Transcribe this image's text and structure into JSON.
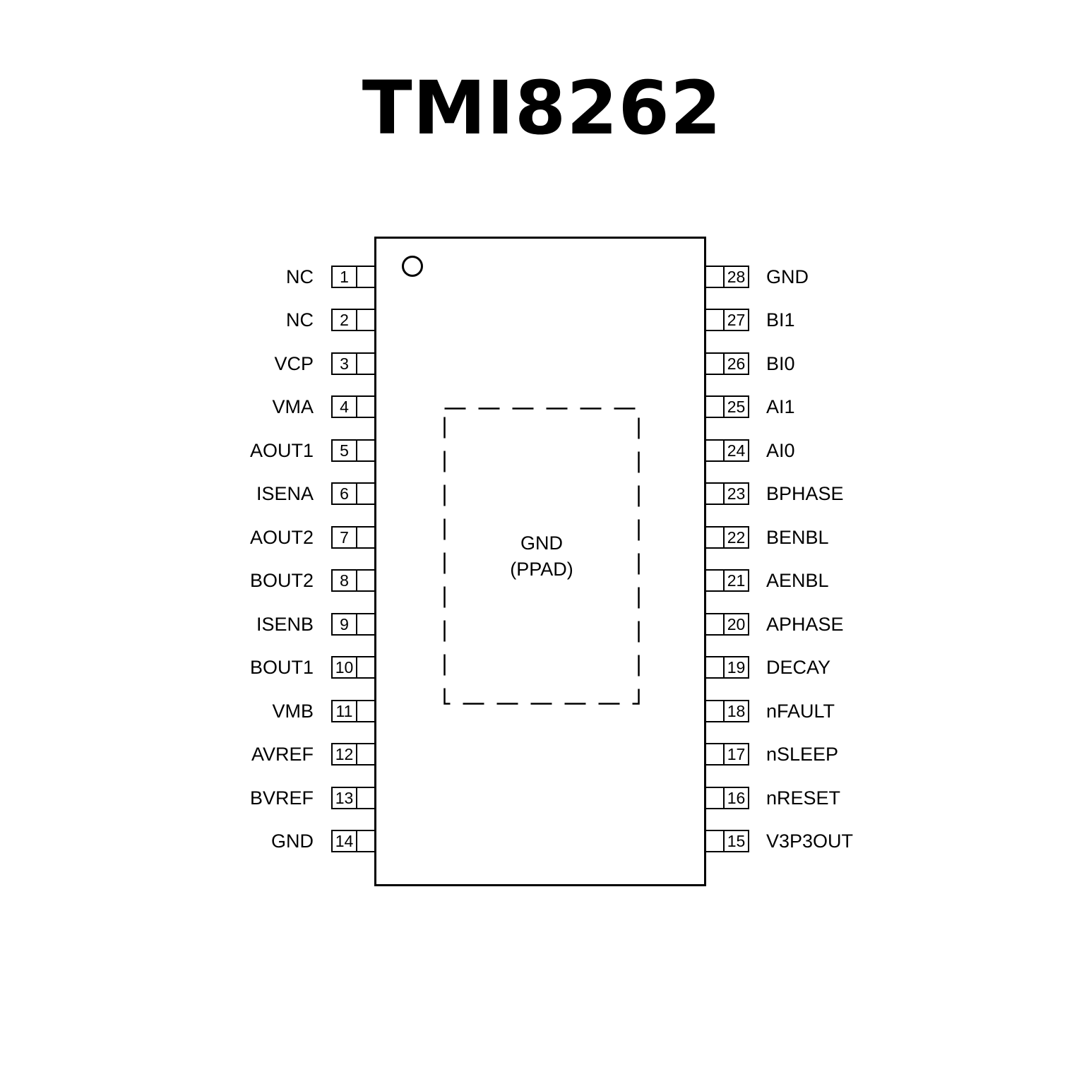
{
  "title": "TMI8262",
  "chip": {
    "pad_label_line1": "GND",
    "pad_label_line2": "(PPAD)"
  },
  "pins": {
    "left": [
      {
        "number": "1",
        "label": "NC"
      },
      {
        "number": "2",
        "label": "NC"
      },
      {
        "number": "3",
        "label": "VCP"
      },
      {
        "number": "4",
        "label": "VMA"
      },
      {
        "number": "5",
        "label": "AOUT1"
      },
      {
        "number": "6",
        "label": "ISENA"
      },
      {
        "number": "7",
        "label": "AOUT2"
      },
      {
        "number": "8",
        "label": "BOUT2"
      },
      {
        "number": "9",
        "label": "ISENB"
      },
      {
        "number": "10",
        "label": "BOUT1"
      },
      {
        "number": "11",
        "label": "VMB"
      },
      {
        "number": "12",
        "label": "AVREF"
      },
      {
        "number": "13",
        "label": "BVREF"
      },
      {
        "number": "14",
        "label": "GND"
      }
    ],
    "right": [
      {
        "number": "28",
        "label": "GND"
      },
      {
        "number": "27",
        "label": "BI1"
      },
      {
        "number": "26",
        "label": "BI0"
      },
      {
        "number": "25",
        "label": "AI1"
      },
      {
        "number": "24",
        "label": "AI0"
      },
      {
        "number": "23",
        "label": "BPHASE"
      },
      {
        "number": "22",
        "label": "BENBL"
      },
      {
        "number": "21",
        "label": "AENBL"
      },
      {
        "number": "20",
        "label": "APHASE"
      },
      {
        "number": "19",
        "label": "DECAY"
      },
      {
        "number": "18",
        "label": "nFAULT"
      },
      {
        "number": "17",
        "label": "nSLEEP"
      },
      {
        "number": "16",
        "label": "nRESET"
      },
      {
        "number": "15",
        "label": "V3P3OUT"
      }
    ]
  }
}
